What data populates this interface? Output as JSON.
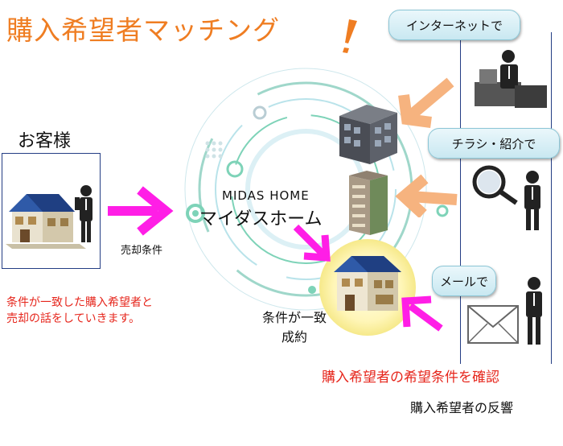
{
  "title": "購入希望者マッチング",
  "customer": {
    "label": "お客様",
    "sale_condition": "売却条件"
  },
  "note": {
    "line1": "条件が一致した購入希望者と",
    "line2": "売却の話をしていきます。"
  },
  "company": {
    "name_en": "MIDAS HOME",
    "name_jp": "マイダスホーム"
  },
  "match": {
    "line1": "条件が一致",
    "line2": "成約"
  },
  "channels": {
    "internet": "インターネットで",
    "flyer": "チラシ・紹介で",
    "mail": "メールで"
  },
  "confirm_label": "購入希望者の希望条件を確認",
  "reaction_label": "購入希望者の反響",
  "colors": {
    "title": "#ef7d22",
    "red_text": "#e6261c",
    "magenta_arrow": "#ff1ee6",
    "peach_arrow": "#f6b37f",
    "circle_teal": "#7ed3b8"
  }
}
